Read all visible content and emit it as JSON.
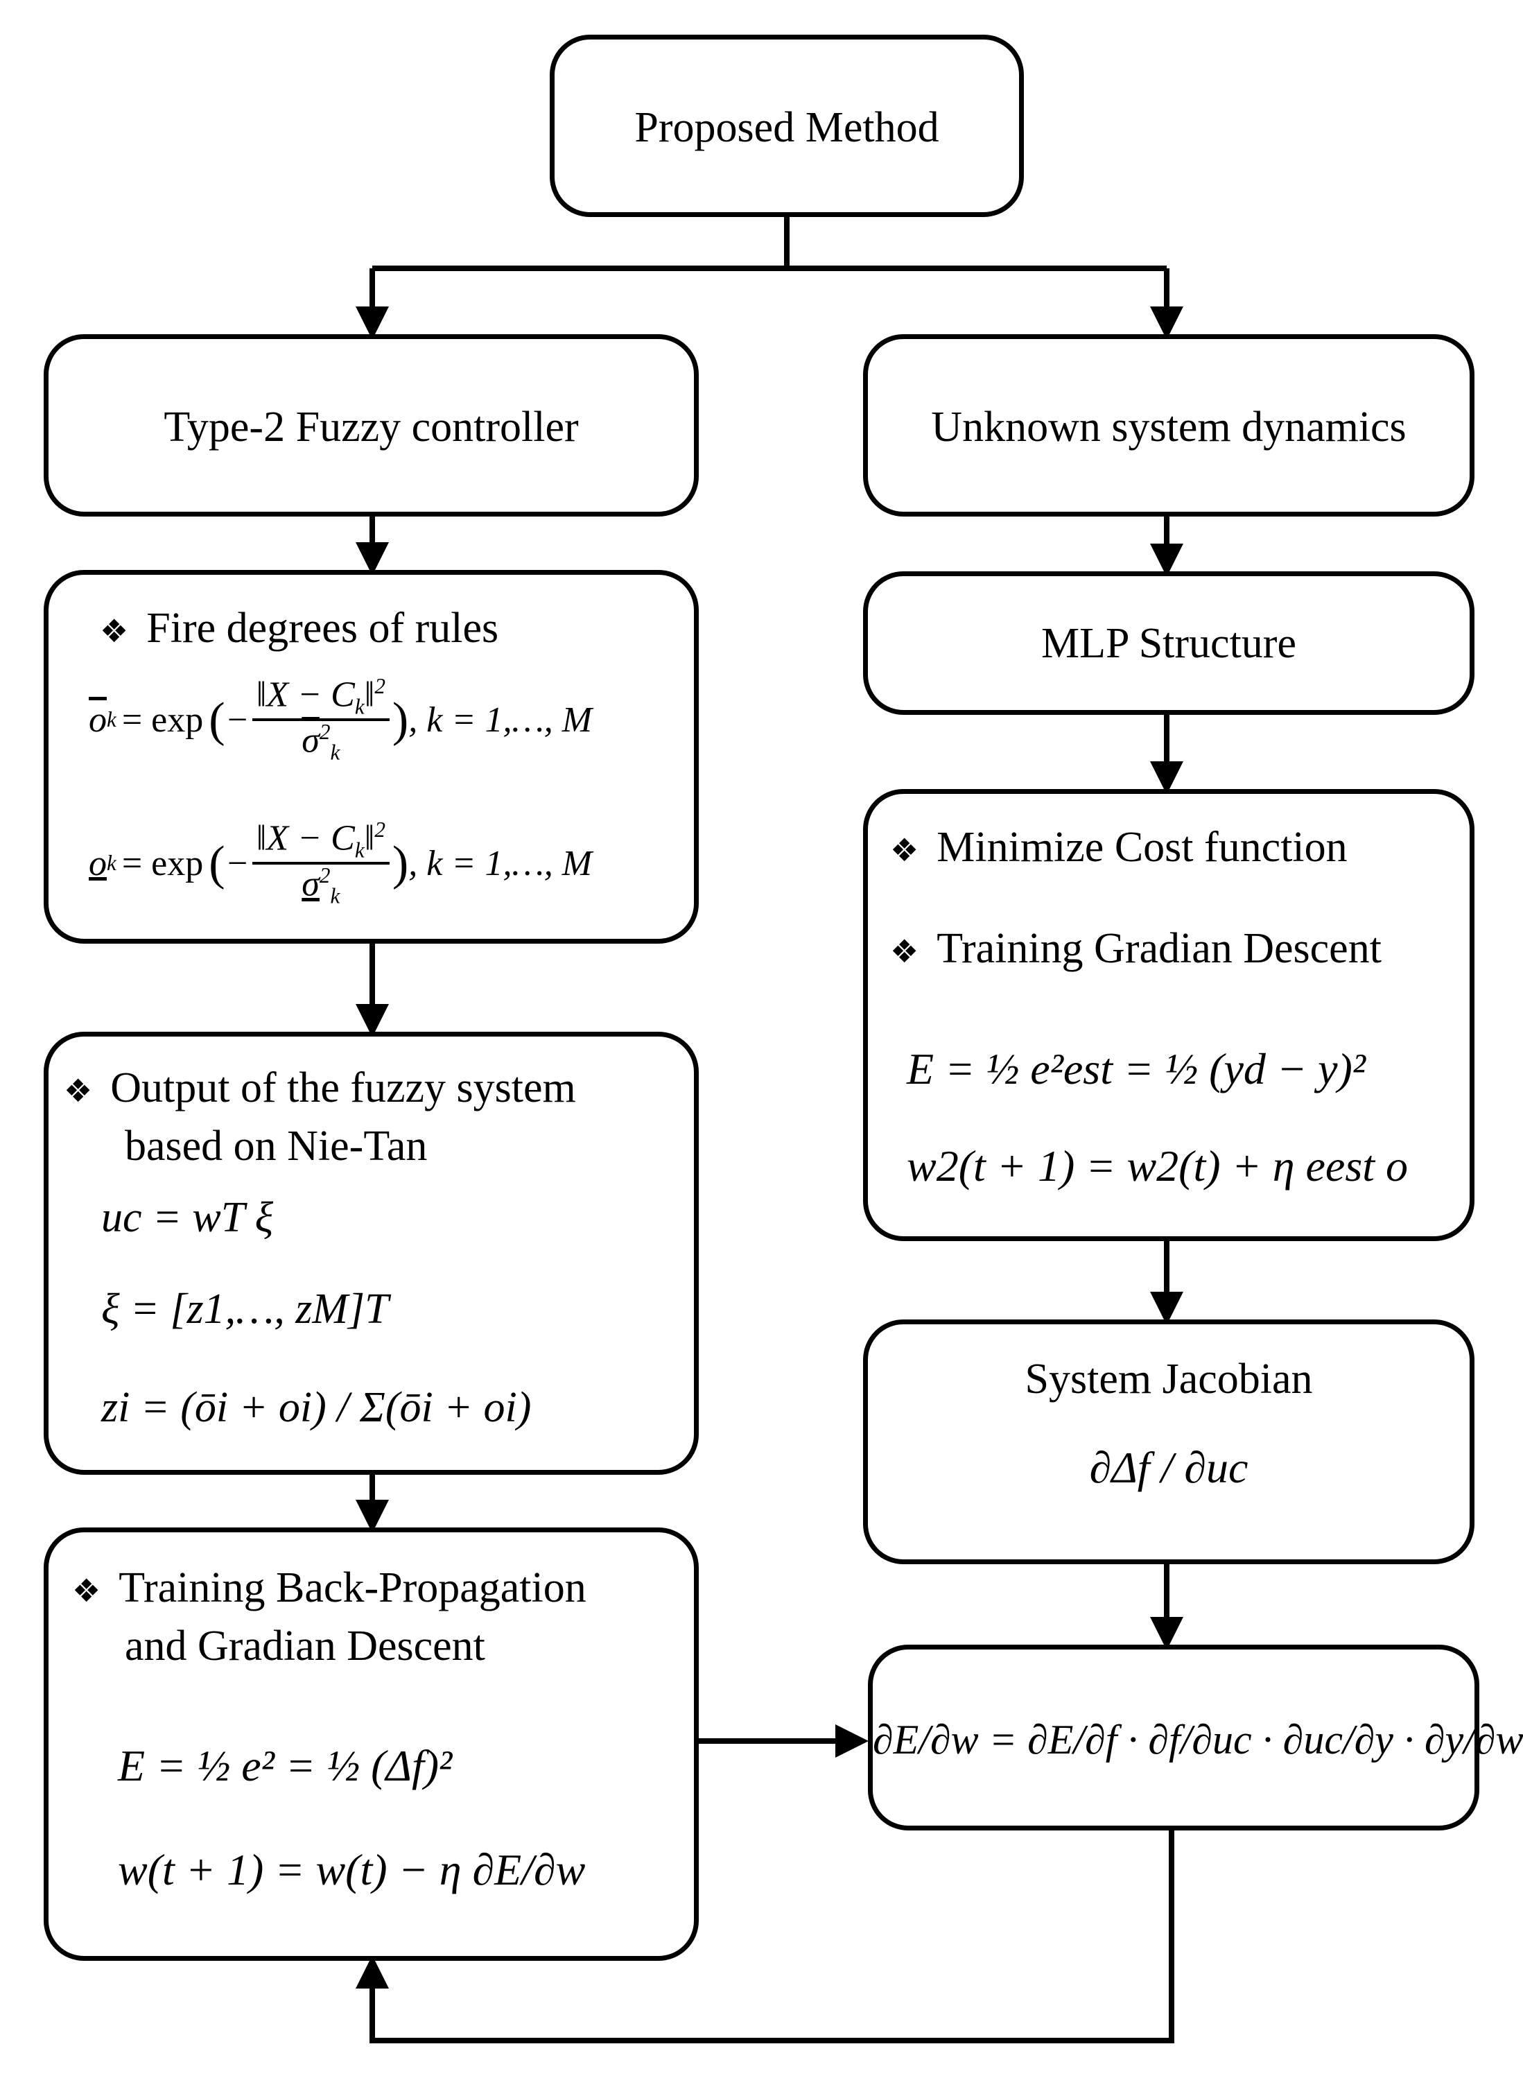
{
  "nodes": {
    "proposed": {
      "label": "Proposed Method"
    },
    "fuzzy_controller": {
      "label": "Type-2 Fuzzy controller"
    },
    "unknown_dynamics": {
      "label": "Unknown system dynamics"
    },
    "fire_degrees": {
      "bullet": "❖",
      "title": "Fire degrees of rules",
      "eq_upper_lhs": "o",
      "eq_upper_rhs_exp": "= exp",
      "eq_upper_num": "‖X − C",
      "eq_upper_den": "σ",
      "eq_upper_tail": ", k = 1,…, M",
      "eq_lower_lhs": "o",
      "eq_lower_rhs_exp": "= exp",
      "eq_lower_num": "‖X − C",
      "eq_lower_den": "σ",
      "eq_lower_tail": ", k = 1,…, M"
    },
    "mlp": {
      "label": "MLP Structure"
    },
    "cost": {
      "bullet": "❖",
      "item1": "Minimize Cost function",
      "item2": "Training Gradian Descent",
      "eq1": "E = ½ e²est = ½ (yd − y)²",
      "eq2": "w2(t + 1) = w2(t) + η eest o"
    },
    "output": {
      "bullet": "❖",
      "title_line1": "Output of the fuzzy system",
      "title_line2": "based on Nie-Tan",
      "eq1": "uc = wT ξ",
      "eq2": "ξ = [z1,…, zM]T",
      "eq3": "zi = (ōi + oi) / Σ(ōi + oi)"
    },
    "jacobian": {
      "label": "System Jacobian",
      "eq": "∂Δf / ∂uc"
    },
    "backprop": {
      "bullet": "❖",
      "title_line1": "Training Back-Propagation",
      "title_line2": "and Gradian Descent",
      "eq1": "E = ½ e² = ½ (Δf)²",
      "eq2": "w(t + 1) = w(t) − η ∂E/∂w"
    },
    "chain_rule": {
      "eq": "∂E/∂w = ∂E/∂f · ∂f/∂uc · ∂uc/∂y · ∂y/∂w"
    }
  },
  "edges": [
    {
      "from": "proposed",
      "to": "fuzzy_controller"
    },
    {
      "from": "proposed",
      "to": "unknown_dynamics"
    },
    {
      "from": "fuzzy_controller",
      "to": "fire_degrees"
    },
    {
      "from": "fire_degrees",
      "to": "output"
    },
    {
      "from": "output",
      "to": "backprop"
    },
    {
      "from": "unknown_dynamics",
      "to": "mlp"
    },
    {
      "from": "mlp",
      "to": "cost"
    },
    {
      "from": "cost",
      "to": "jacobian"
    },
    {
      "from": "jacobian",
      "to": "chain_rule"
    },
    {
      "from": "backprop",
      "to": "chain_rule"
    },
    {
      "from": "chain_rule",
      "to": "backprop"
    }
  ]
}
